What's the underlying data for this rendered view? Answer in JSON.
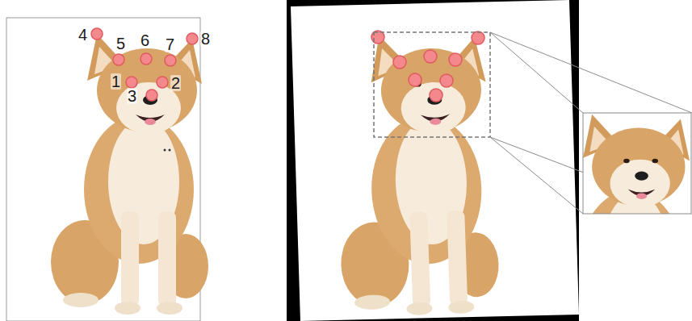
{
  "diagram": {
    "labels": [
      "4",
      "5",
      "6",
      "7",
      "8",
      "1",
      "2",
      "3"
    ]
  }
}
